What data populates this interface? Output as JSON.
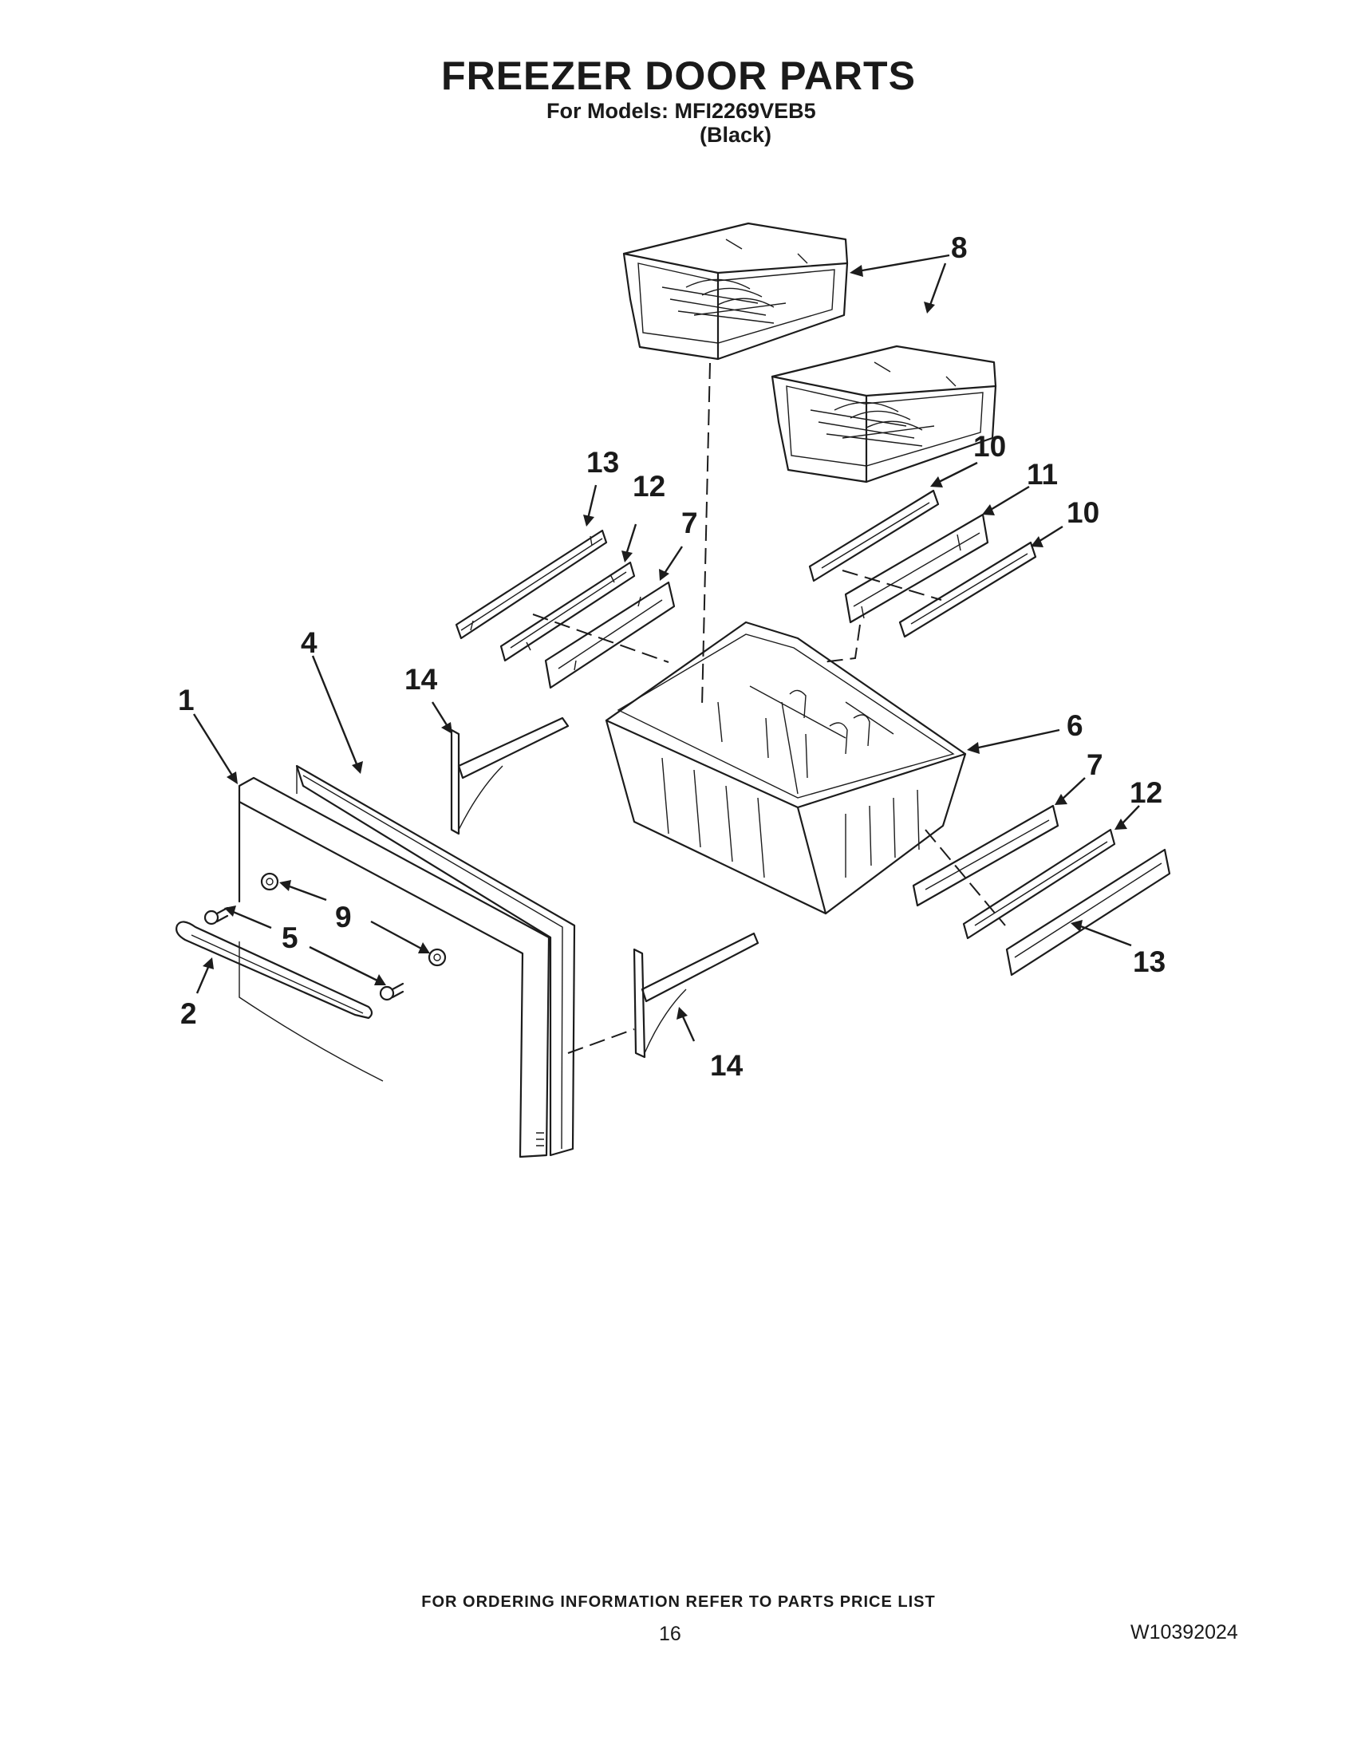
{
  "header": {
    "title": "FREEZER DOOR PARTS",
    "models_label": "For Models:",
    "model": "MFI2269VEB5",
    "color": "(Black)"
  },
  "callouts": [
    {
      "id": "1",
      "label": "1"
    },
    {
      "id": "2",
      "label": "2"
    },
    {
      "id": "4",
      "label": "4"
    },
    {
      "id": "5",
      "label": "5"
    },
    {
      "id": "6",
      "label": "6"
    },
    {
      "id": "7a",
      "label": "7"
    },
    {
      "id": "7b",
      "label": "7"
    },
    {
      "id": "8",
      "label": "8"
    },
    {
      "id": "9",
      "label": "9"
    },
    {
      "id": "10a",
      "label": "10"
    },
    {
      "id": "10b",
      "label": "10"
    },
    {
      "id": "11",
      "label": "11"
    },
    {
      "id": "12a",
      "label": "12"
    },
    {
      "id": "12b",
      "label": "12"
    },
    {
      "id": "13a",
      "label": "13"
    },
    {
      "id": "13b",
      "label": "13"
    },
    {
      "id": "14a",
      "label": "14"
    },
    {
      "id": "14b",
      "label": "14"
    }
  ],
  "footer": {
    "ordering_note": "FOR ORDERING INFORMATION REFER TO PARTS PRICE LIST",
    "page_number": "16",
    "document_number": "W10392024"
  }
}
